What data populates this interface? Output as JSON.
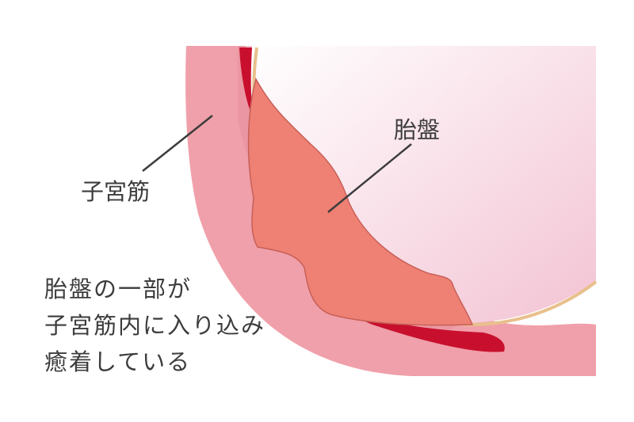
{
  "labels": {
    "uterine_muscle": "子宮筋",
    "placenta": "胎盤"
  },
  "caption": [
    "胎盤の一部が",
    "子宮筋内に入り込み",
    "癒着している"
  ],
  "colors": {
    "uterine_wall": "#f0a0aa",
    "uterine_inner": "#e4909c",
    "blood_vessel": "#c8102e",
    "placenta_fill": "#ee8074",
    "placenta_edge": "#c76058",
    "amniotic_gradient_start": "#ffffff",
    "amniotic_gradient_end": "#f3c3d3",
    "membrane": "#e8c08c",
    "leader_line": "#3c3c3c",
    "text": "#3c3c3c"
  }
}
